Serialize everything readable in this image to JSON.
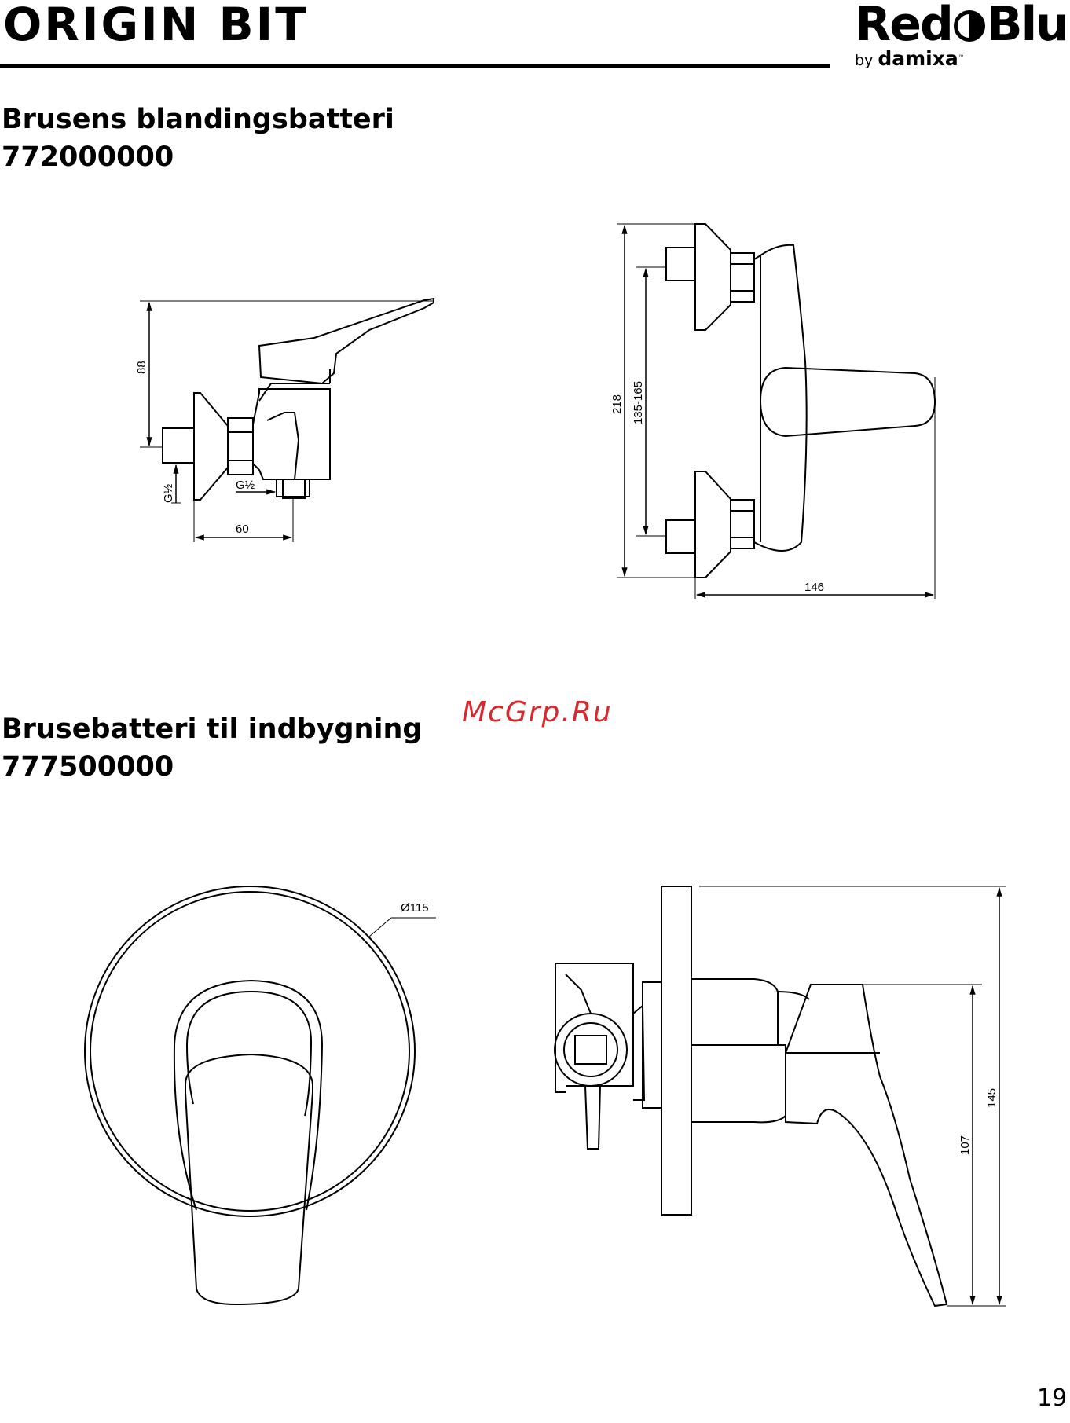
{
  "header": {
    "title": "ORIGIN BIT",
    "logo": {
      "main_left": "Red",
      "main_right": "Blu",
      "sub_by": "by",
      "sub_brand": "damixa",
      "sub_tm": "™"
    }
  },
  "sections": [
    {
      "title": "Brusens blandingsbatteri",
      "code": "772000000",
      "dimensions": {
        "height": "88",
        "thread_inlet": "G½",
        "thread_outlet": "G½",
        "depth": "60",
        "total_height": "218",
        "center_distance": "135-165",
        "width": "146"
      }
    },
    {
      "title": "Brusebatteri til indbygning",
      "code": "777500000",
      "dimensions": {
        "diameter": "Ø115",
        "height_lever": "107",
        "total_height": "145"
      }
    }
  ],
  "watermark": "McGrp.Ru",
  "page_number": "19",
  "colors": {
    "text": "#000000",
    "watermark": "#d9272e"
  }
}
